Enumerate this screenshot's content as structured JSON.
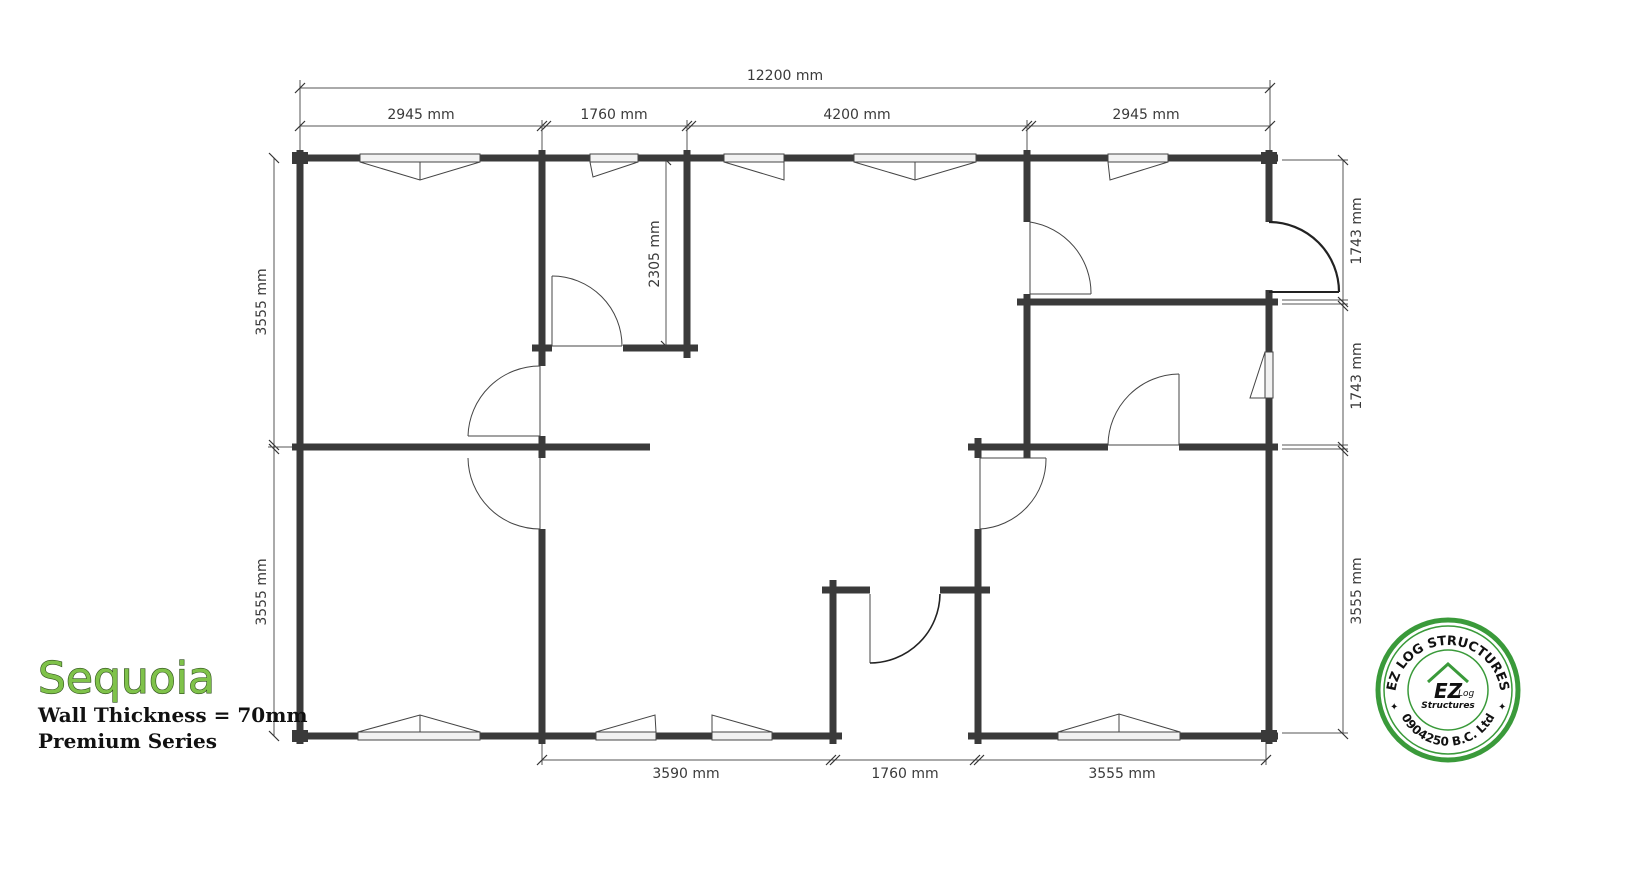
{
  "plan": {
    "title": "Sequoia",
    "wall_thickness": "Wall Thickness = 70mm",
    "series": "Premium Series"
  },
  "dimensions": {
    "overall_top": "12200 mm",
    "top_1": "2945 mm",
    "top_2": "1760 mm",
    "top_3": "4200 mm",
    "top_4": "2945 mm",
    "left_upper": "3555 mm",
    "left_lower": "3555 mm",
    "inner_closet": "2305 mm",
    "right_1": "1743 mm",
    "right_2": "1743 mm",
    "right_3": "3555 mm",
    "bottom_1": "3590 mm",
    "bottom_2": "1760 mm",
    "bottom_3": "3555 mm"
  },
  "logo": {
    "ring_text": "EZ LOG STRUCTURES",
    "company_number": "0904250 B.C. Ltd",
    "center_big": "EZ",
    "center_small": "Log",
    "center_sub": "Structures",
    "colors": {
      "ring": "#3a9a3a",
      "text": "#111111"
    }
  }
}
